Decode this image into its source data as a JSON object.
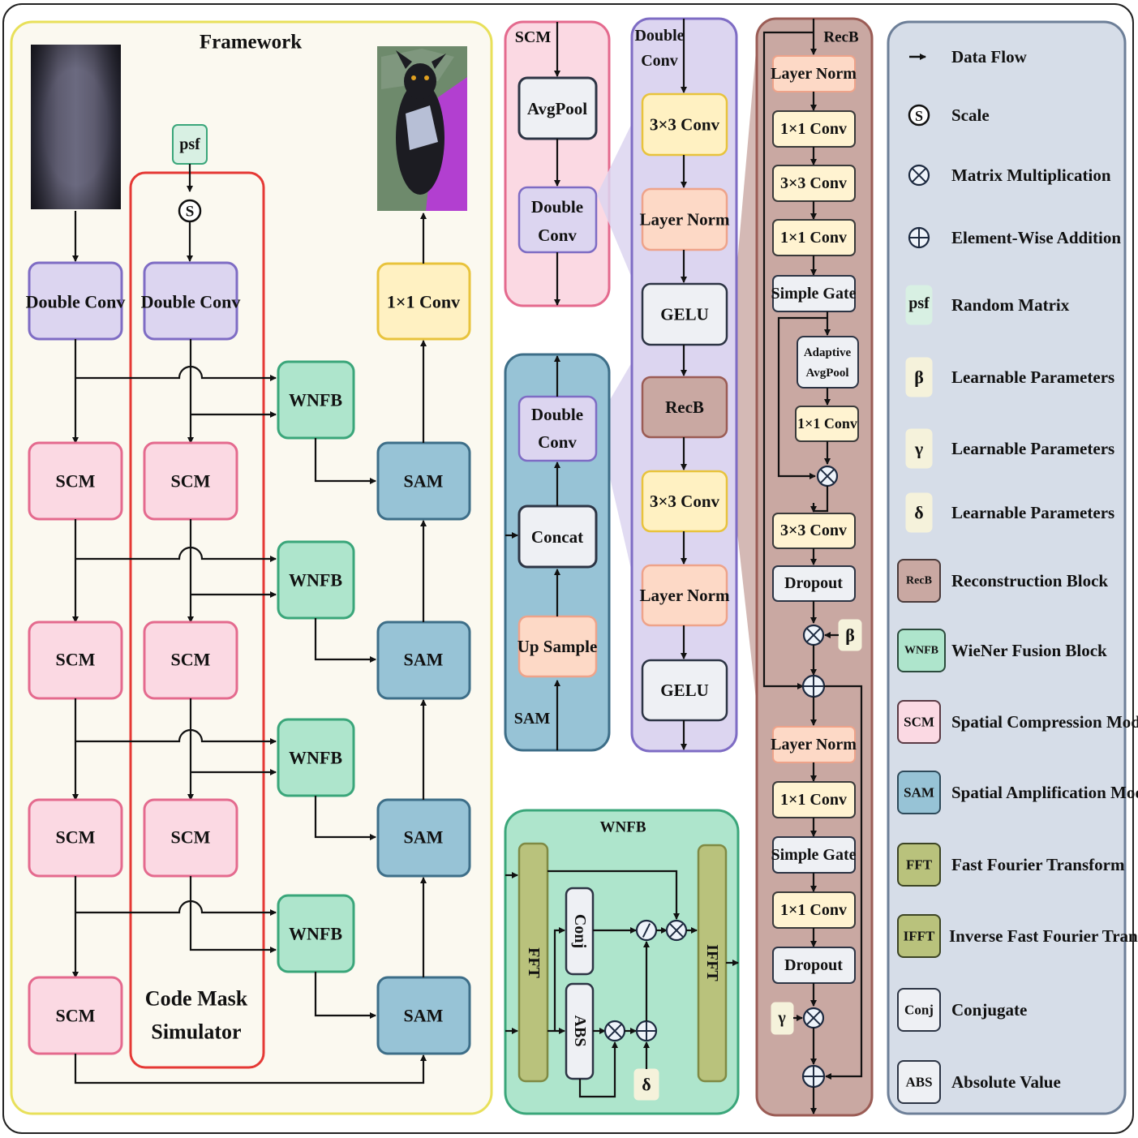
{
  "colors": {
    "framework_bg": "#fbf9f0",
    "framework_border": "#e8e05a",
    "cms_border": "#e53935",
    "dconv_fill": "#dcd5f0",
    "dconv_border": "#7e6cc4",
    "scm_fill": "#fbd9e3",
    "scm_border": "#e46a8e",
    "sam_fill": "#97c3d6",
    "sam_border": "#3d6e88",
    "wnfb_fill": "#aee5cc",
    "wnfb_border": "#3aa67a",
    "conv_fill": "#fff1c2",
    "conv_border": "#e8c33c",
    "conv_soft_fill": "#fff3d1",
    "conv_soft_border": "#3a3a3a",
    "ln_fill": "#fdd9c6",
    "ln_border": "#eea38a",
    "neutral_fill": "#eef0f4",
    "neutral_border": "#2c3444",
    "recb_fill": "#c9a8a2",
    "recb_border": "#9b5c55",
    "fft_fill": "#b9c27c",
    "fft_border": "#7f8a44",
    "legend_bg": "#d6dde8",
    "legend_border": "#6d7f98",
    "param_fill": "#f5f2db",
    "psf_fill": "#d8f0e3"
  },
  "framework": {
    "title": "Framework",
    "psf_label": "psf",
    "scale_symbol": "S",
    "encoder_double_conv": "Double Conv",
    "cms_double_conv": "Double Conv",
    "output_conv": "1×1 Conv",
    "cms_label_line1": "Code Mask",
    "cms_label_line2": "Simulator",
    "encoder_scm": [
      "SCM",
      "SCM",
      "SCM",
      "SCM"
    ],
    "cms_scm": [
      "SCM",
      "SCM",
      "SCM"
    ],
    "wnfb": [
      "WNFB",
      "WNFB",
      "WNFB",
      "WNFB"
    ],
    "sam": [
      "SAM",
      "SAM",
      "SAM",
      "SAM"
    ]
  },
  "scm_detail": {
    "title": "SCM",
    "blocks": [
      "AvgPool",
      "Double",
      "Conv"
    ]
  },
  "sam_detail": {
    "title": "SAM",
    "double": "Double",
    "conv": "Conv",
    "concat": "Concat",
    "upsample": "Up Sample"
  },
  "dconv_detail": {
    "title_line1": "Double",
    "title_line2": "Conv",
    "blocks": [
      "3×3 Conv",
      "Layer Norm",
      "GELU",
      "RecB",
      "3×3 Conv",
      "Layer Norm",
      "GELU"
    ]
  },
  "recb_detail": {
    "title": "RecB",
    "top_blocks": [
      "Layer Norm",
      "1×1 Conv",
      "3×3 Conv",
      "1×1 Conv",
      "Simple Gate"
    ],
    "adaptive_line1": "Adaptive",
    "adaptive_line2": "AvgPool",
    "inner_conv": "1×1 Conv",
    "mid_blocks": [
      "3×3 Conv",
      "Dropout"
    ],
    "beta": "β",
    "bottom_blocks": [
      "Layer Norm",
      "1×1 Conv",
      "Simple Gate",
      "1×1 Conv",
      "Dropout"
    ],
    "gamma": "γ"
  },
  "wnfb_detail": {
    "title": "WNFB",
    "fft": "FFT",
    "ifft": "IFFT",
    "conj": "Conj",
    "abs": "ABS",
    "delta": "δ"
  },
  "legend": {
    "items": [
      {
        "icon": "arrow-icon",
        "symbol": "",
        "label": "Data Flow"
      },
      {
        "icon": "scale-icon",
        "symbol": "S",
        "label": "Scale"
      },
      {
        "icon": "matrix-multiplication-icon",
        "symbol": "",
        "label": "Matrix Multiplication"
      },
      {
        "icon": "element-wise-addition-icon",
        "symbol": "",
        "label": "Element-Wise Addition"
      },
      {
        "icon": "psf-icon",
        "symbol": "psf",
        "label": "Random Matrix"
      },
      {
        "icon": "beta-icon",
        "symbol": "β",
        "label": "Learnable Parameters"
      },
      {
        "icon": "gamma-icon",
        "symbol": "γ",
        "label": "Learnable Parameters"
      },
      {
        "icon": "delta-icon",
        "symbol": "δ",
        "label": "Learnable Parameters"
      },
      {
        "icon": "recb-icon",
        "symbol": "RecB",
        "label": "Reconstruction Block"
      },
      {
        "icon": "wnfb-icon",
        "symbol": "WNFB",
        "label": "WieNer Fusion Block"
      },
      {
        "icon": "scm-icon",
        "symbol": "SCM",
        "label": "Spatial Compression Module"
      },
      {
        "icon": "sam-icon",
        "symbol": "SAM",
        "label": "Spatial Amplification Module"
      },
      {
        "icon": "fft-icon",
        "symbol": "FFT",
        "label": "Fast Fourier Transform"
      },
      {
        "icon": "ifft-icon",
        "symbol": "IFFT",
        "label": "Inverse Fast Fourier Transform"
      },
      {
        "icon": "conj-icon",
        "symbol": "Conj",
        "label": "Conjugate"
      },
      {
        "icon": "abs-icon",
        "symbol": "ABS",
        "label": "Absolute Value"
      }
    ]
  }
}
